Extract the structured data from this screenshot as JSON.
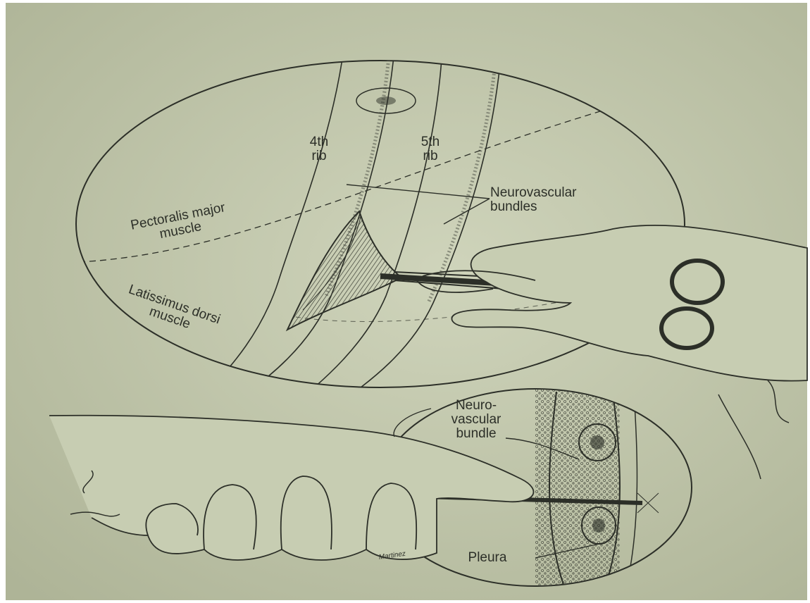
{
  "figure": {
    "colors": {
      "paper": "#c7cdb2",
      "ink": "#2c2f28",
      "shade": "#5a5e52"
    },
    "labels": {
      "rib4": "4th\nrib",
      "rib5": "5th\nrib",
      "neurovascular_bundles": "Neurovascular\nbundles",
      "pectoralis_major": "Pectoralis major\nmuscle",
      "latissimus_dorsi": "Latissimus dorsi\nmuscle",
      "neurovascular_bundle": "Neuro-\nvascular\nbundle",
      "pleura": "Pleura",
      "signature": "Martinez"
    }
  }
}
